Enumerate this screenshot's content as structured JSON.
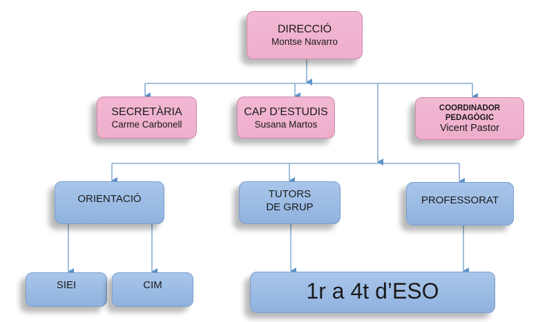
{
  "colors": {
    "management_fill": "#f0b4d0",
    "staff_fill": "#9dbce4",
    "connector": "#5b92c6"
  },
  "nodes": {
    "direccio": {
      "title": "DIRECCIÓ",
      "person": "Montse Navarro"
    },
    "secretaria": {
      "title": "SECRETÀRIA",
      "person": "Carme Carbonell"
    },
    "cap_estudis": {
      "title": "CAP D’ESTUDIS",
      "person": "Susana Martos"
    },
    "coordinador": {
      "title_line1": "COORDINADOR",
      "title_line2": "PEDAGÒGIC",
      "person": "Vicent Pastor"
    },
    "orientacio": {
      "title": "ORIENTACIÓ"
    },
    "tutors": {
      "title_line1": "TUTORS",
      "title_line2": "DE GRUP"
    },
    "professorat": {
      "title": "PROFESSORAT"
    },
    "siei": {
      "title": "SIEI"
    },
    "cim": {
      "title": "CIM"
    },
    "eso": {
      "title": "1r a 4t d’ESO"
    }
  }
}
